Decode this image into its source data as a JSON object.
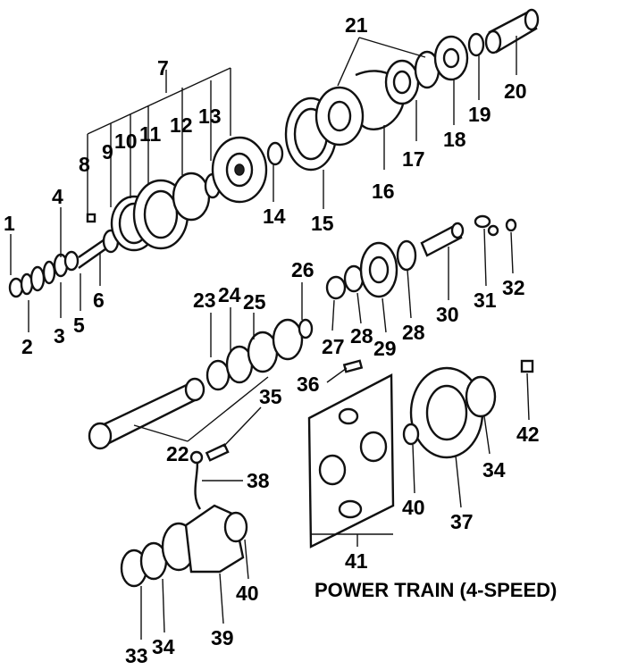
{
  "caption": "POWER TRAIN (4-SPEED)",
  "callouts": [
    "1",
    "2",
    "3",
    "4",
    "5",
    "6",
    "7",
    "8",
    "9",
    "10",
    "11",
    "12",
    "13",
    "14",
    "15",
    "16",
    "17",
    "18",
    "19",
    "20",
    "21",
    "22",
    "23",
    "24",
    "25",
    "26",
    "27",
    "28",
    "28",
    "29",
    "30",
    "31",
    "32",
    "33",
    "34",
    "34",
    "35",
    "36",
    "37",
    "38",
    "39",
    "40",
    "40",
    "41",
    "42"
  ]
}
